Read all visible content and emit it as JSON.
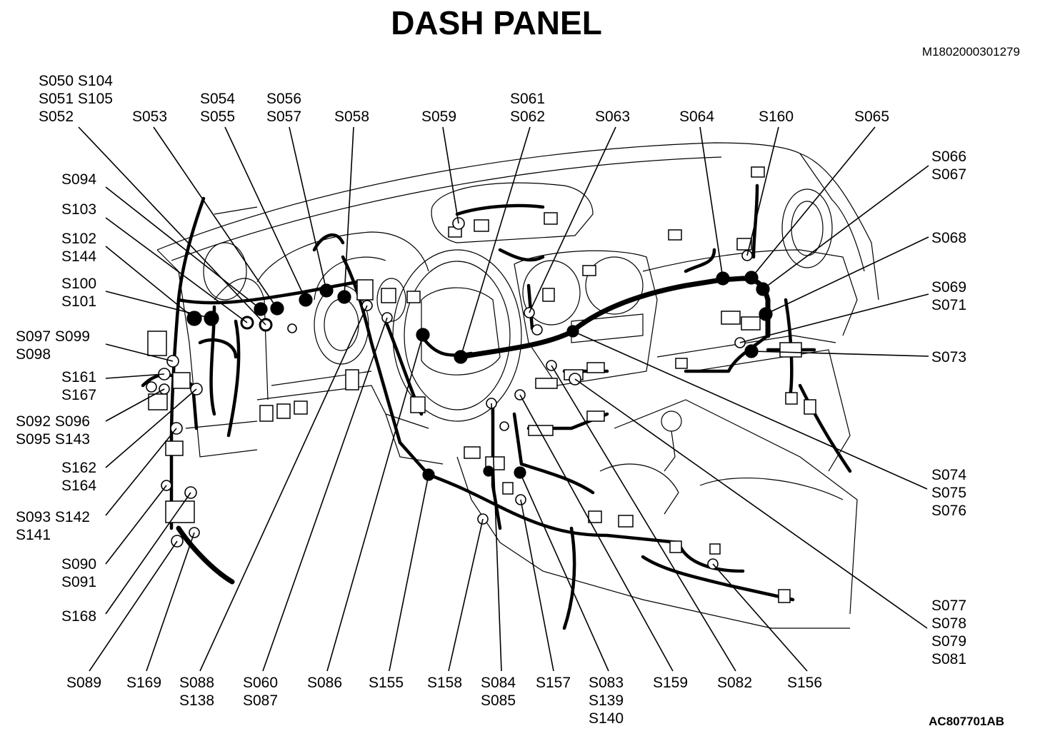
{
  "title": "DASH PANEL",
  "doc_code": "M1802000301279",
  "figure_ref": "AC807701AB",
  "labels": [
    {
      "id": "l01",
      "lines": [
        "S050 S104",
        "S051 S105",
        "S052"
      ]
    },
    {
      "id": "l02",
      "lines": [
        "S053"
      ]
    },
    {
      "id": "l03",
      "lines": [
        "S054",
        "S055"
      ]
    },
    {
      "id": "l04",
      "lines": [
        "S056",
        "S057"
      ]
    },
    {
      "id": "l05",
      "lines": [
        "S058"
      ]
    },
    {
      "id": "l06",
      "lines": [
        "S059"
      ]
    },
    {
      "id": "l07",
      "lines": [
        "S061",
        "S062"
      ]
    },
    {
      "id": "l08",
      "lines": [
        "S063"
      ]
    },
    {
      "id": "l09",
      "lines": [
        "S064"
      ]
    },
    {
      "id": "l10",
      "lines": [
        "S160"
      ]
    },
    {
      "id": "l11",
      "lines": [
        "S065"
      ]
    },
    {
      "id": "l12",
      "lines": [
        "S094"
      ]
    },
    {
      "id": "l13",
      "lines": [
        "S103"
      ]
    },
    {
      "id": "l14",
      "lines": [
        "S102",
        "S144"
      ]
    },
    {
      "id": "l15",
      "lines": [
        "S100",
        "S101"
      ]
    },
    {
      "id": "l16",
      "lines": [
        "S097 S099",
        "S098"
      ]
    },
    {
      "id": "l17",
      "lines": [
        "S161",
        "S167"
      ]
    },
    {
      "id": "l18",
      "lines": [
        "S092 S096",
        "S095 S143"
      ]
    },
    {
      "id": "l19",
      "lines": [
        "S162",
        "S164"
      ]
    },
    {
      "id": "l20",
      "lines": [
        "S093 S142",
        "S141"
      ]
    },
    {
      "id": "l21",
      "lines": [
        "S090",
        "S091"
      ]
    },
    {
      "id": "l22",
      "lines": [
        "S168"
      ]
    },
    {
      "id": "l23",
      "lines": [
        "S066",
        "S067"
      ]
    },
    {
      "id": "l24",
      "lines": [
        "S068"
      ]
    },
    {
      "id": "l25",
      "lines": [
        "S069",
        "S071"
      ]
    },
    {
      "id": "l26",
      "lines": [
        "S073"
      ]
    },
    {
      "id": "l27",
      "lines": [
        "S074",
        "S075",
        "S076"
      ]
    },
    {
      "id": "l28",
      "lines": [
        "S077",
        "S078",
        "S079",
        "S081"
      ]
    },
    {
      "id": "l29",
      "lines": [
        "S089"
      ]
    },
    {
      "id": "l30",
      "lines": [
        "S169"
      ]
    },
    {
      "id": "l31",
      "lines": [
        "S088",
        "S138"
      ]
    },
    {
      "id": "l32",
      "lines": [
        "S060",
        "S087"
      ]
    },
    {
      "id": "l33",
      "lines": [
        "S086"
      ]
    },
    {
      "id": "l34",
      "lines": [
        "S155"
      ]
    },
    {
      "id": "l35",
      "lines": [
        "S158"
      ]
    },
    {
      "id": "l36",
      "lines": [
        "S084",
        "S085"
      ]
    },
    {
      "id": "l37",
      "lines": [
        "S157"
      ]
    },
    {
      "id": "l38",
      "lines": [
        "S083",
        "S139",
        "S140"
      ]
    },
    {
      "id": "l39",
      "lines": [
        "S159"
      ]
    },
    {
      "id": "l40",
      "lines": [
        "S082"
      ]
    },
    {
      "id": "l41",
      "lines": [
        "S156"
      ]
    }
  ]
}
